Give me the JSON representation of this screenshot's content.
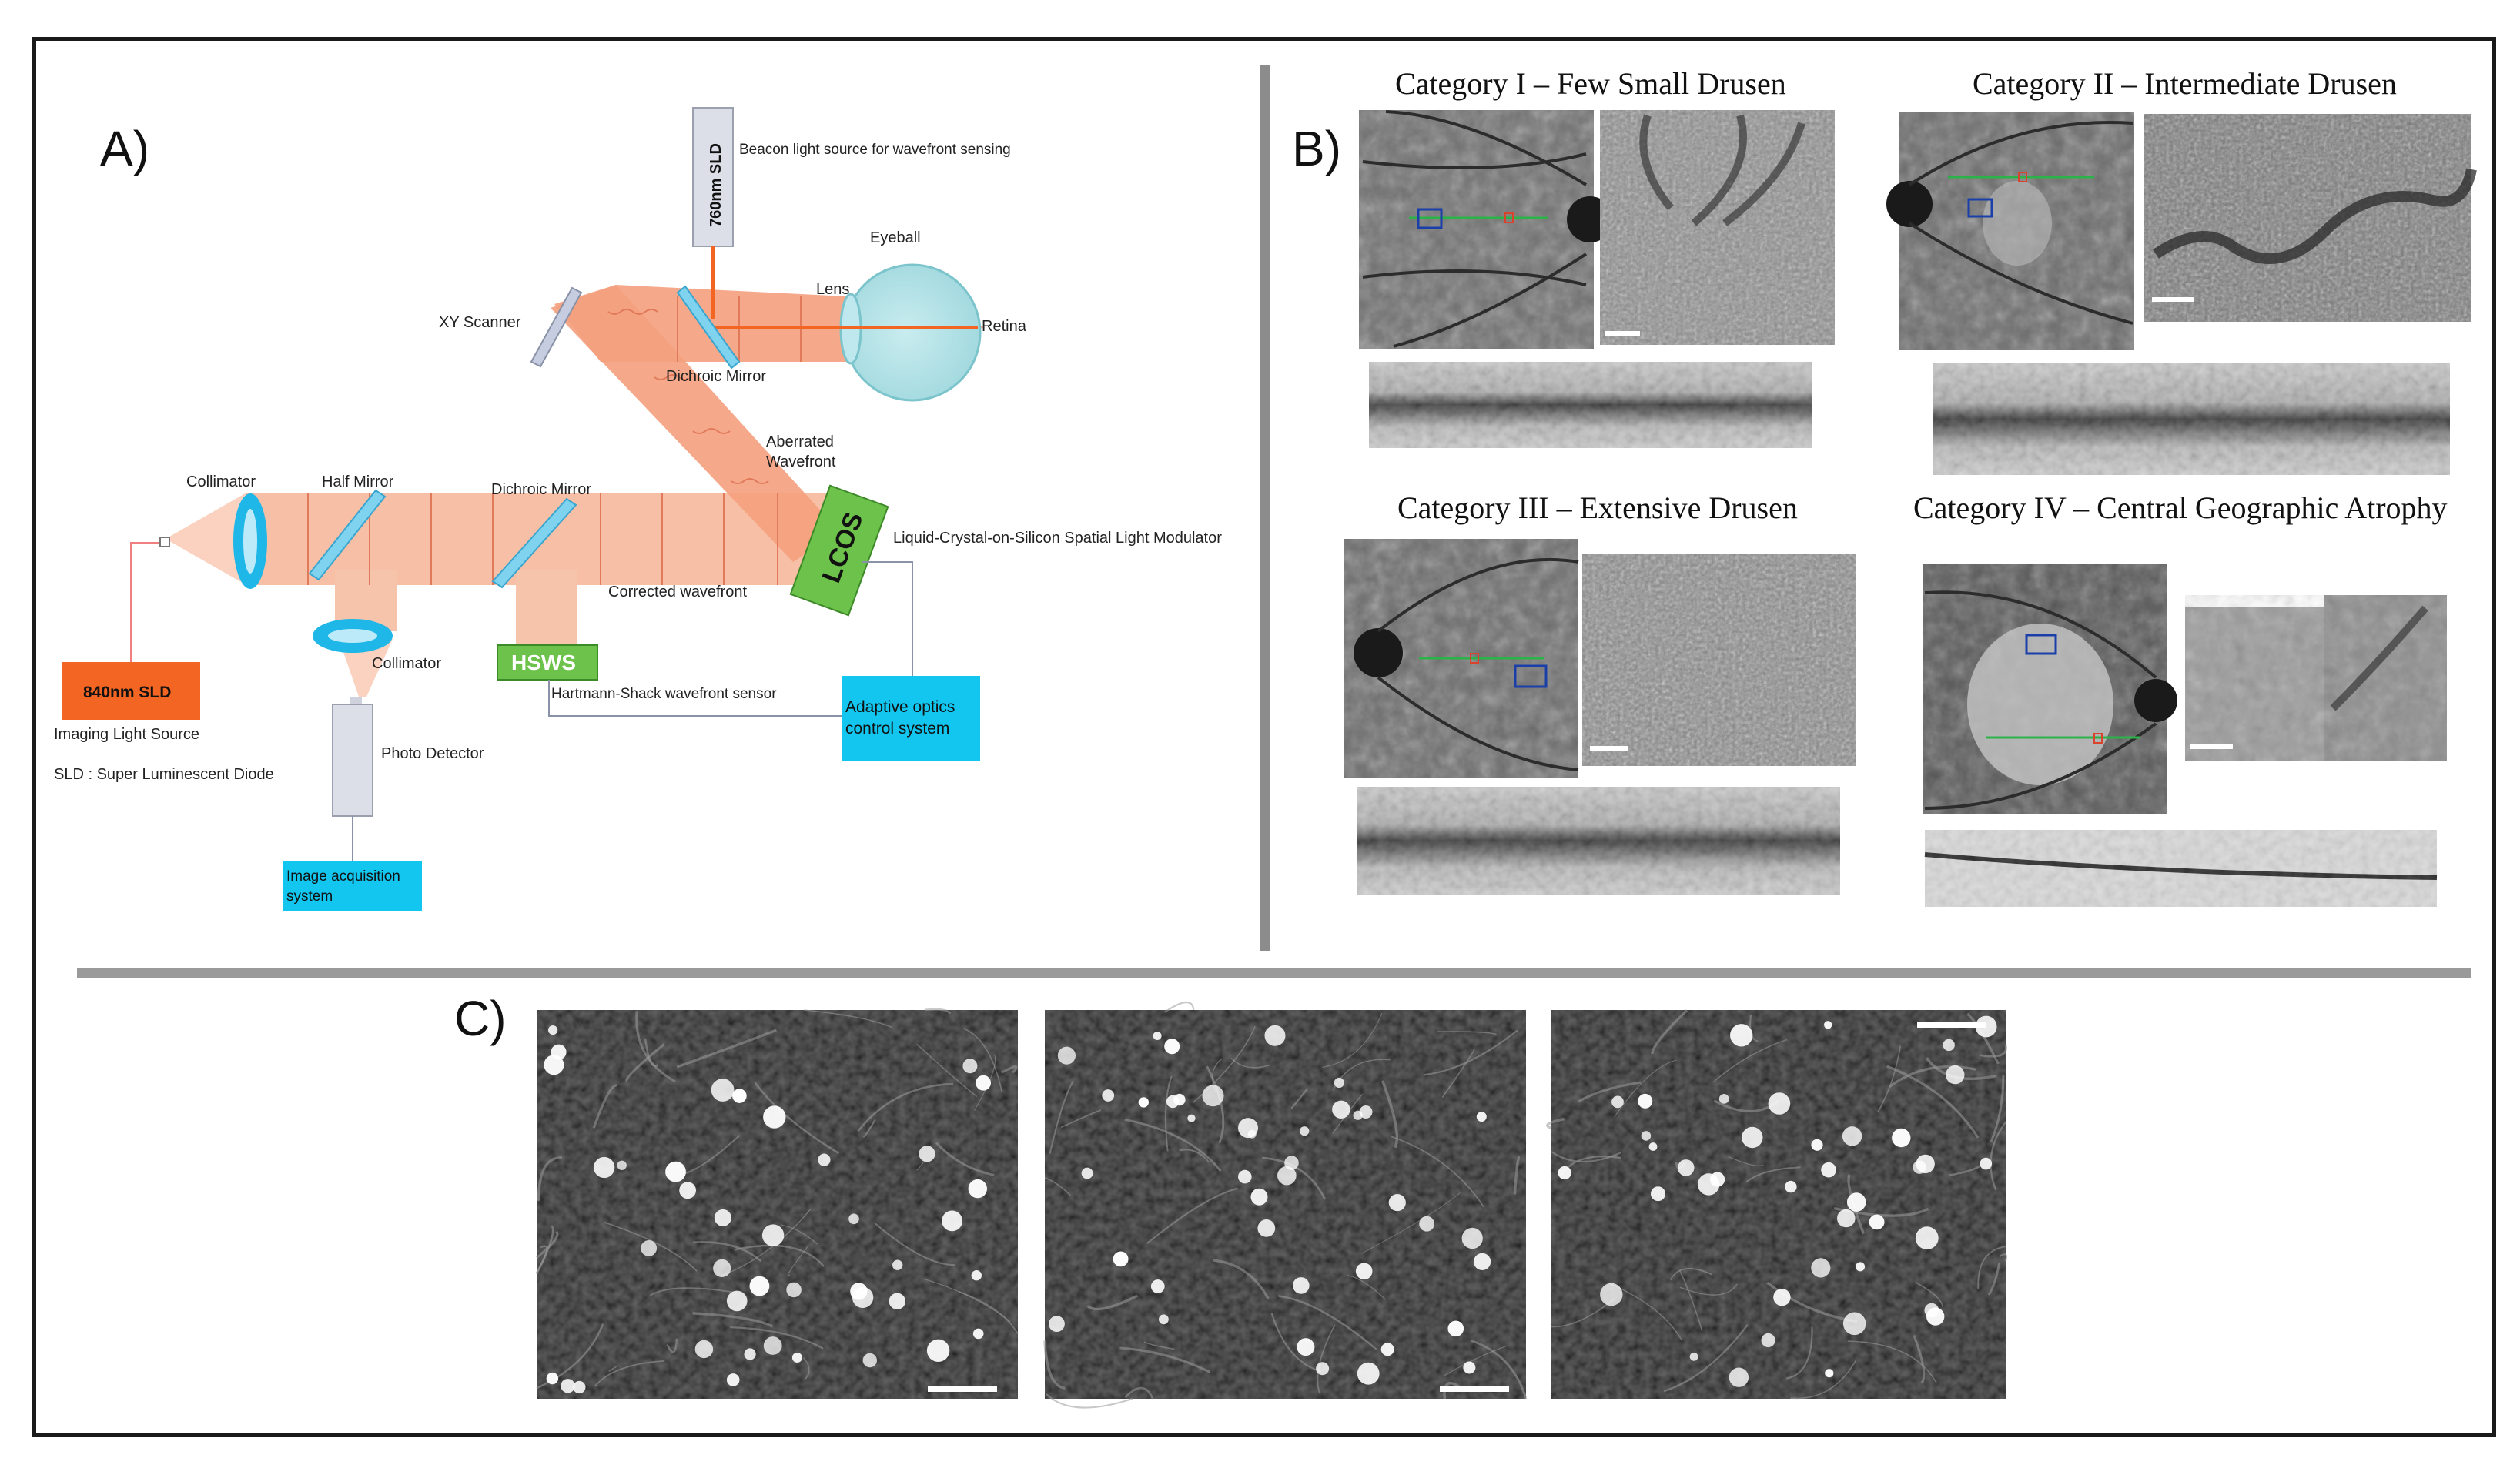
{
  "panel_a": {
    "label": "A)",
    "beacon_source": "760nm SLD",
    "beacon_caption": "Beacon light source for wavefront sensing",
    "eyeball": "Eyeball",
    "lens": "Lens",
    "retina": "Retina",
    "xy_scanner": "XY Scanner",
    "dichroic_mirror_top": "Dichroic Mirror",
    "aberrated_wavefront_1": "Aberrated",
    "aberrated_wavefront_2": "Wavefront",
    "collimator_left": "Collimator",
    "half_mirror": "Half Mirror",
    "dichroic_mirror_mid": "Dichroic Mirror",
    "lcos": "LCOS",
    "lcos_caption": "Liquid-Crystal-on-Silicon Spatial Light Modulator",
    "corrected_wavefront": "Corrected wavefront",
    "collimator_lower": "Collimator",
    "hsws": "HSWS",
    "hsws_caption": "Hartmann-Shack wavefront sensor",
    "imaging_source": "840nm SLD",
    "imaging_caption": "Imaging Light Source",
    "sld_note": "SLD : Super Luminescent Diode",
    "photo_detector": "Photo Detector",
    "ao_control_1": "Adaptive optics",
    "ao_control_2": "control system",
    "image_acq_1": "Image acquisition",
    "image_acq_2": "system"
  },
  "panel_b": {
    "label": "B)",
    "cat1": "Category I – Few Small Drusen",
    "cat2": "Category II – Intermediate Drusen",
    "cat3": "Category III – Extensive Drusen",
    "cat4": "Category IV – Central Geographic Atrophy"
  },
  "panel_c": {
    "label": "C)"
  },
  "colors": {
    "beam": "#f4a07d",
    "beam_light": "#fbd2bf",
    "source_orange": "#f26522",
    "green_box": "#6cc24a",
    "cyan_box": "#12c6ef",
    "optic_blue": "#1fb7e8",
    "frame": "#1a1a1a",
    "divider": "#8c8c8c"
  }
}
